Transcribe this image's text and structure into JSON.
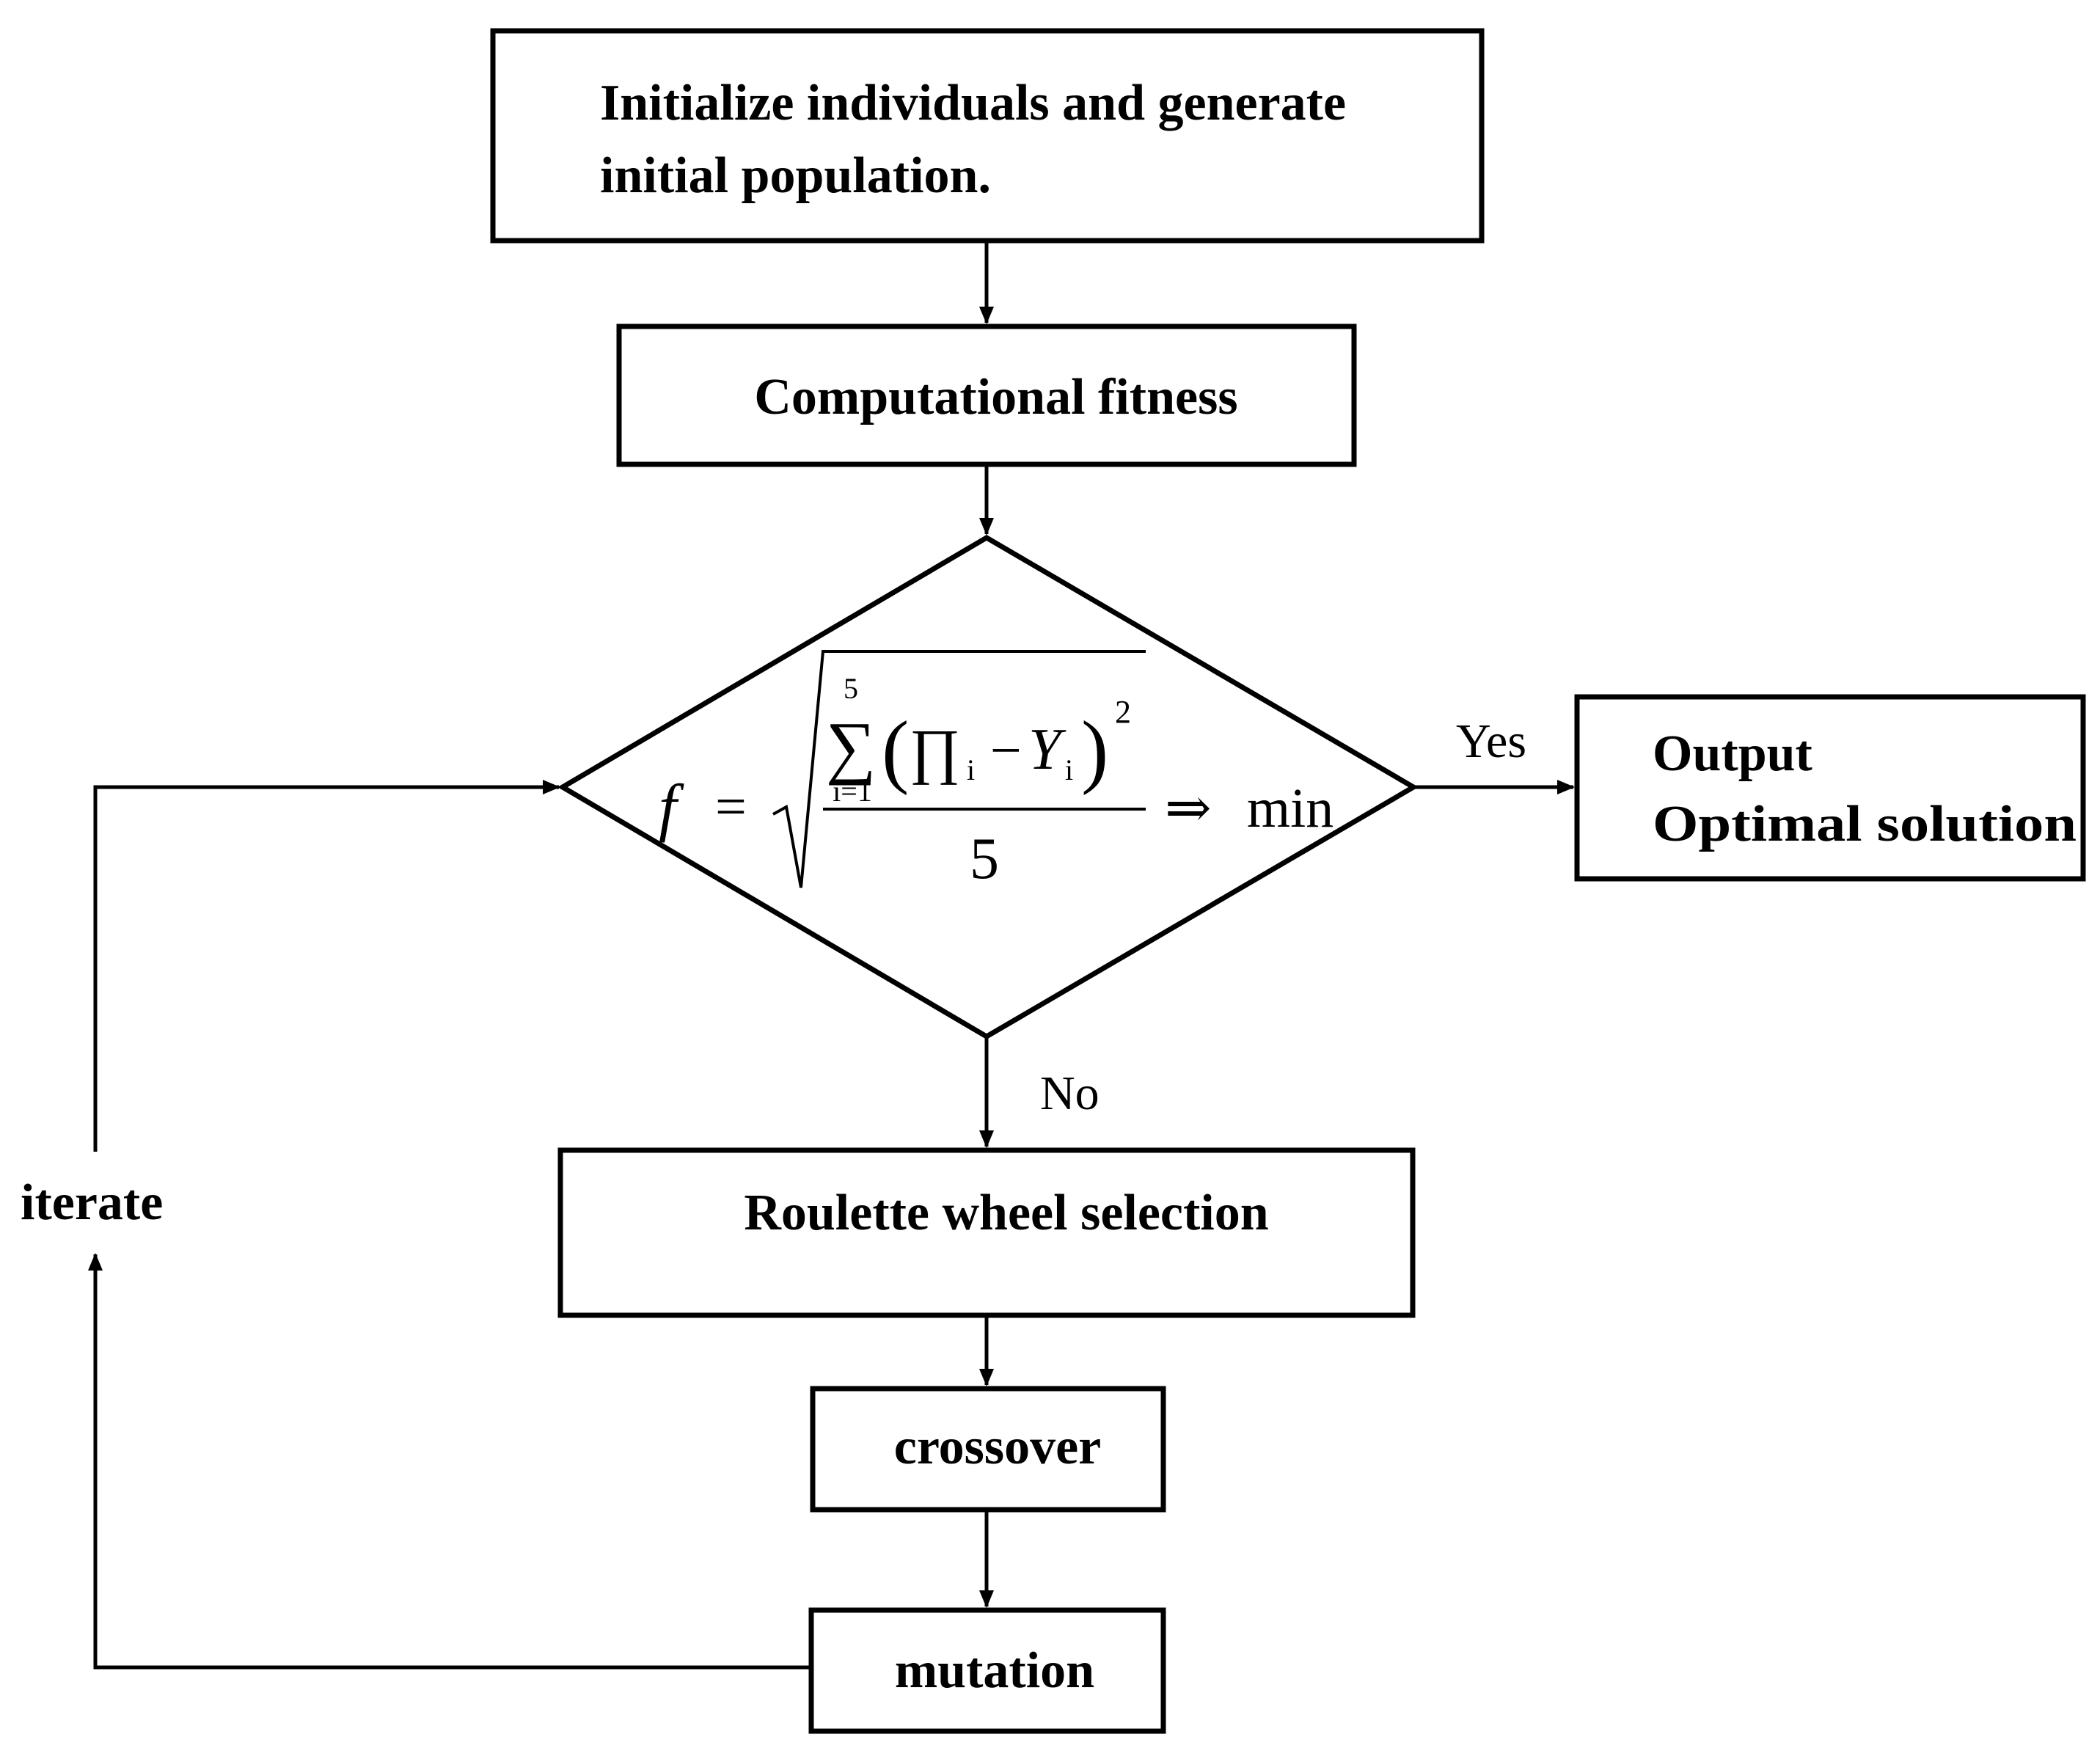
{
  "nodes": {
    "init": {
      "line1": "Initialize individuals and generate",
      "line2": "initial population."
    },
    "fitness": {
      "label": "Computational fitness"
    },
    "decision": {
      "f": "f",
      "equals": "=",
      "sum_upper": "5",
      "sigma": "∑",
      "sum_lower": "i=1",
      "lparen": "(",
      "pi": "∏",
      "pi_sub": "i",
      "minus": "−",
      "y": "Y",
      "y_sub": "i",
      "rparen": ")",
      "exponent": "2",
      "denominator": "5",
      "implies": "⇒",
      "min": "min"
    },
    "output": {
      "line1": "Output",
      "line2": "Optimal solution"
    },
    "roulette": {
      "label": "Roulette wheel selection"
    },
    "crossover": {
      "label": "crossover"
    },
    "mutation": {
      "label": "mutation"
    }
  },
  "edges": {
    "yes_label": "Yes",
    "no_label": "No",
    "iterate_label": "iterate"
  },
  "colors": {
    "stroke": "#000000",
    "fill": "#ffffff",
    "text": "#000000"
  }
}
